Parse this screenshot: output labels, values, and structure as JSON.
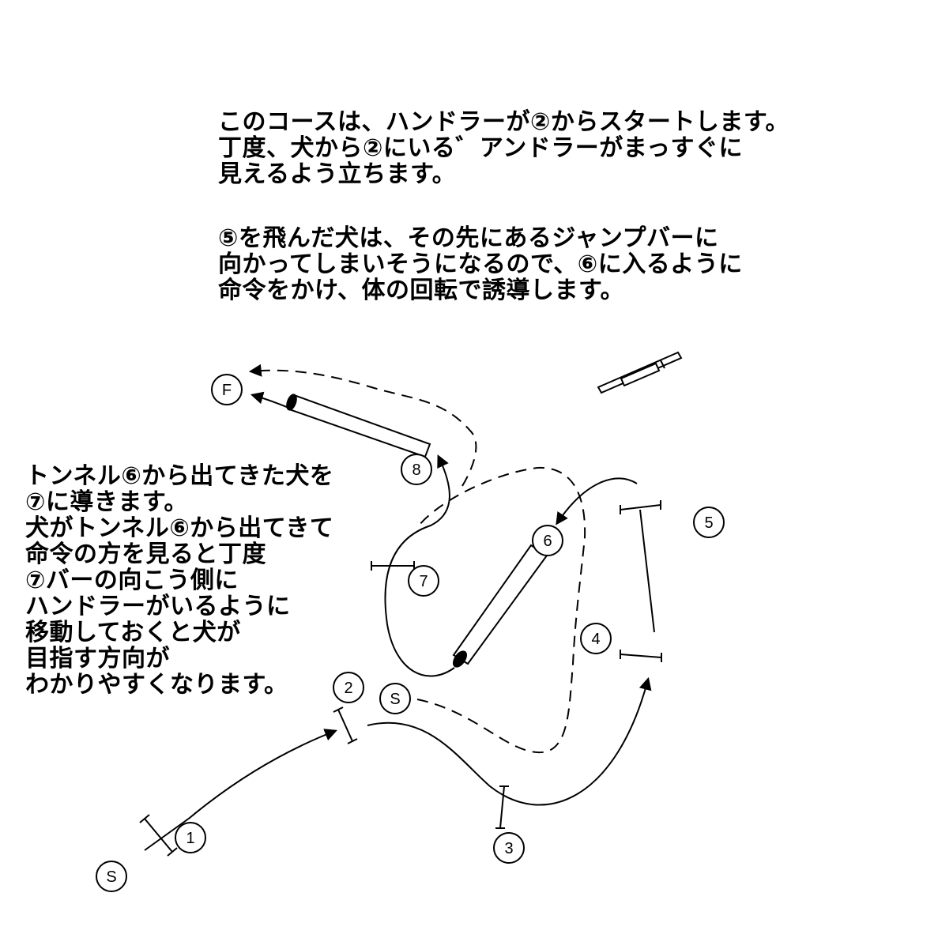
{
  "instructions_top": [
    "このコースは、ハンドラーが②からスタートします。",
    "丁度、犬から②にいる゛アンドラーがまっすぐに",
    "見えるよう立ちます。",
    "",
    "⑤を飛んだ犬は、その先にあるジャンプバーに",
    "向かってしまいそうになるので、⑥に入るように",
    "命令をかけ、体の回転で誘導します。"
  ],
  "instructions_left": [
    "トンネル⑥から出てきた犬を",
    "⑦に導きます。",
    "犬がトンネル⑥から出てきて",
    "命令の方を見ると丁度",
    "⑦バーの向こう側に",
    "ハンドラーがいるように",
    "移動しておくと犬が",
    "目指す方向が",
    "わかりやすくなります。"
  ],
  "markers": {
    "start_dog": "S",
    "start_handler": "S",
    "finish": "F",
    "obstacle_1": "1",
    "obstacle_2": "2",
    "obstacle_3": "3",
    "obstacle_4": "4",
    "obstacle_5": "5",
    "obstacle_6": "6",
    "obstacle_7": "7",
    "obstacle_8": "8"
  },
  "colors": {
    "ink": "#000000",
    "paper": "#ffffff"
  }
}
